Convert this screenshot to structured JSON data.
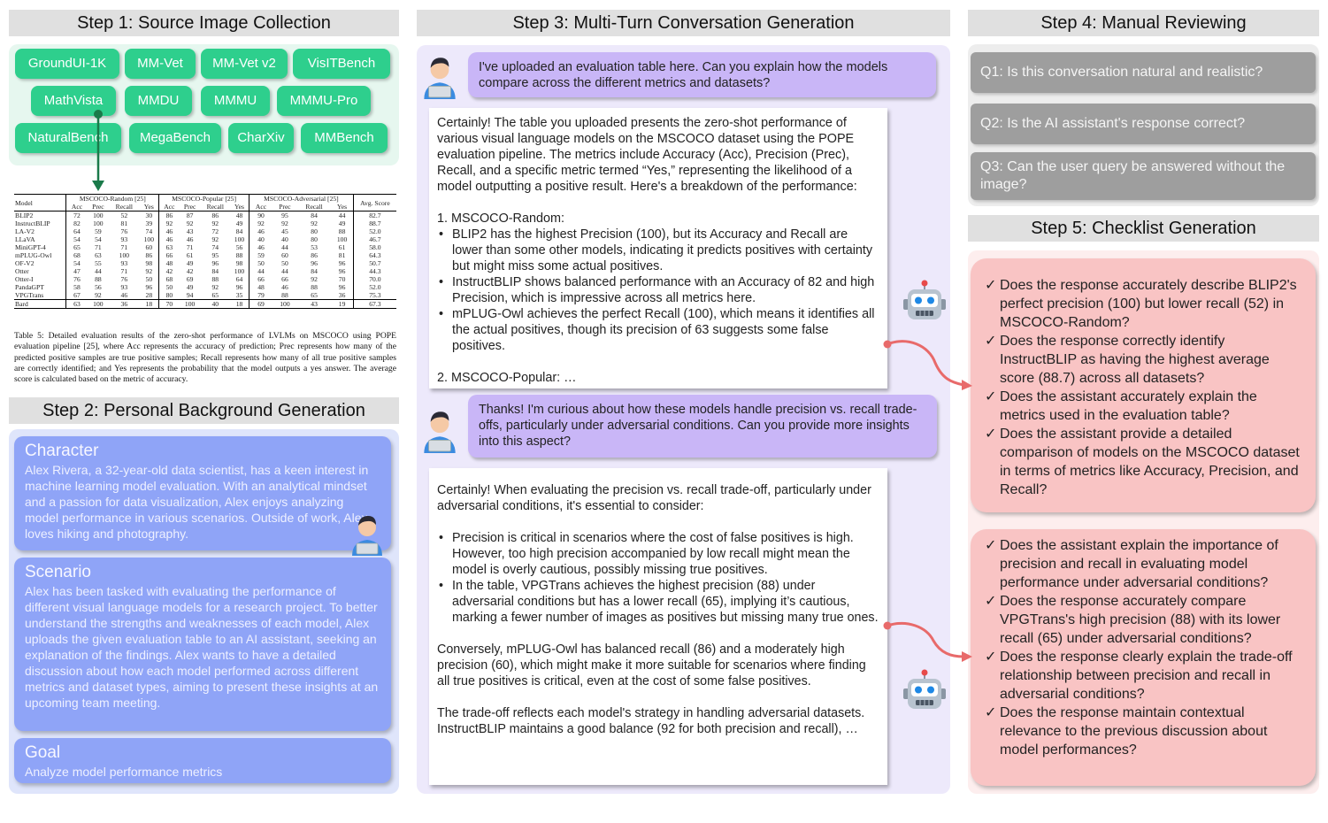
{
  "step1": {
    "title": "Step 1: Source Image Collection",
    "benchmarks": [
      "GroundUI-1K",
      "MM-Vet",
      "MM-Vet v2",
      "VisITBench",
      "MathVista",
      "MMDU",
      "MMMU",
      "MMMU-Pro",
      "NaturalBench",
      "MegaBench",
      "CharXiv",
      "MMBench"
    ]
  },
  "table": {
    "header_groups": [
      "Model",
      "MSCOCO-Random [25]",
      "MSCOCO-Popular [25]",
      "MSCOCO-Adversarial [25]",
      "Avg. Score"
    ],
    "sub_headers": [
      "Acc",
      "Prec",
      "Recall",
      "Yes",
      "Acc",
      "Prec",
      "Recall",
      "Yes",
      "Acc",
      "Prec",
      "Recall",
      "Yes"
    ],
    "rows": [
      [
        "BLIP2",
        "72",
        "100",
        "52",
        "30",
        "86",
        "87",
        "86",
        "48",
        "90",
        "95",
        "84",
        "44",
        "82.7"
      ],
      [
        "InstructBLIP",
        "82",
        "100",
        "81",
        "39",
        "92",
        "92",
        "92",
        "49",
        "92",
        "92",
        "92",
        "49",
        "88.7"
      ],
      [
        "LA-V2",
        "64",
        "59",
        "76",
        "74",
        "46",
        "43",
        "72",
        "84",
        "46",
        "45",
        "80",
        "88",
        "52.0"
      ],
      [
        "LLaVA",
        "54",
        "54",
        "93",
        "100",
        "46",
        "46",
        "92",
        "100",
        "40",
        "40",
        "80",
        "100",
        "46.7"
      ],
      [
        "MiniGPT-4",
        "65",
        "71",
        "71",
        "60",
        "63",
        "71",
        "74",
        "56",
        "46",
        "44",
        "53",
        "61",
        "58.0"
      ],
      [
        "mPLUG-Owl",
        "68",
        "63",
        "100",
        "86",
        "66",
        "61",
        "95",
        "88",
        "59",
        "60",
        "86",
        "81",
        "64.3"
      ],
      [
        "OF-V2",
        "54",
        "55",
        "93",
        "98",
        "48",
        "49",
        "96",
        "98",
        "50",
        "50",
        "96",
        "96",
        "50.7"
      ],
      [
        "Otter",
        "47",
        "44",
        "71",
        "92",
        "42",
        "42",
        "84",
        "100",
        "44",
        "44",
        "84",
        "96",
        "44.3"
      ],
      [
        "Otter-I",
        "76",
        "88",
        "76",
        "50",
        "68",
        "69",
        "88",
        "64",
        "66",
        "66",
        "92",
        "70",
        "70.0"
      ],
      [
        "PandaGPT",
        "58",
        "56",
        "93",
        "96",
        "50",
        "49",
        "92",
        "96",
        "48",
        "46",
        "88",
        "96",
        "52.0"
      ],
      [
        "VPGTrans",
        "67",
        "92",
        "46",
        "28",
        "80",
        "94",
        "65",
        "35",
        "79",
        "88",
        "65",
        "36",
        "75.3"
      ],
      [
        "Bard",
        "63",
        "100",
        "36",
        "18",
        "70",
        "100",
        "40",
        "18",
        "69",
        "100",
        "43",
        "19",
        "67.3"
      ]
    ],
    "caption": "Table 5: Detailed evaluation results of the zero-shot performance of LVLMs on MSCOCO using POPE evaluation pipeline [25], where Acc represents the accuracy of prediction; Prec represents how many of the predicted positive samples are true positive samples; Recall represents how many of all true positive samples are correctly identified; and Yes represents the probability that the model outputs a yes answer. The average score is calculated based on the metric of accuracy."
  },
  "step2": {
    "title": "Step 2: Personal Background Generation",
    "character_title": "Character",
    "character_text": "Alex Rivera, a 32-year-old data scientist, has a keen interest in machine learning model evaluation. With an analytical mindset and a passion for data visualization, Alex enjoys analyzing model performance in various scenarios. Outside of work, Alex loves hiking and photography.",
    "scenario_title": "Scenario",
    "scenario_text": "Alex has been tasked with evaluating the performance of different visual language models for a research project. To better understand the strengths and weaknesses of each model, Alex uploads the given evaluation table to an AI assistant, seeking an explanation of the findings. Alex wants to have a detailed discussion about how each model performed across different metrics and dataset types, aiming to present these insights at an upcoming team meeting.",
    "goal_title": "Goal",
    "goal_text": "Analyze model performance metrics"
  },
  "step3": {
    "title": "Step 3: Multi-Turn Conversation Generation",
    "user1": "I've uploaded an evaluation table here. Can you explain how the models compare across the different metrics and datasets?",
    "resp1_intro": "Certainly! The table you uploaded presents the zero-shot performance of various visual language models on the MSCOCO dataset using the POPE evaluation pipeline. The metrics include Accuracy (Acc), Precision (Prec), Recall, and a specific metric termed “Yes,” representing the likelihood of a model outputting a positive result. Here's a breakdown of the performance:",
    "resp1_h1": "1. MSCOCO-Random",
    "resp1_h1_suffix": ":",
    "resp1_b1_bold": "BLIP2",
    "resp1_b1_text": " has the highest Precision (100), but its Accuracy and Recall are lower than some other models, indicating it predicts positives with certainty but might miss some actual positives.",
    "resp1_b2_bold": "InstructBLIP",
    "resp1_b2_text": " shows balanced performance with an Accuracy of 82 and high Precision, which is impressive across all metrics here.",
    "resp1_b3_bold": "mPLUG-Owl",
    "resp1_b3_text": " achieves the perfect Recall (100), which means it identifies all the actual positives, though its precision of 63 suggests some false positives.",
    "resp1_h2": "2. MSCOCO-Popular",
    "resp1_h2_suffix": ": …",
    "user2": "Thanks! I'm curious about how these models handle precision vs. recall trade-offs, particularly under adversarial conditions. Can you provide more insights into this aspect?",
    "resp2_intro": "Certainly! When evaluating the precision vs. recall trade-off, particularly under adversarial conditions, it's essential to consider:",
    "resp2_b1_bold": "Precision",
    "resp2_b1_text": " is critical in scenarios where the cost of false positives is high. However, too high precision accompanied by low recall might mean the model is overly cautious, possibly missing true positives.",
    "resp2_b2_pre": "In the table, ",
    "resp2_b2_bold": "VPGTrans",
    "resp2_b2_text": " achieves the highest precision (88) under adversarial conditions but has a lower recall (65), implying it’s cautious, marking a fewer number of images as positives but missing many true ones.",
    "resp2_p2_pre": "Conversely, ",
    "resp2_p2_bold": "mPLUG-Owl",
    "resp2_p2_text": " has balanced recall (86) and a moderately high precision (60), which might make it more suitable for scenarios where finding all true positives is critical, even at the cost of some false positives.",
    "resp2_p3_pre": "The trade-off reflects each model's strategy in handling adversarial datasets. ",
    "resp2_p3_bold": "InstructBLIP",
    "resp2_p3_text": " maintains a good balance (92 for both precision and recall), …"
  },
  "step4": {
    "title": "Step 4: Manual Reviewing",
    "questions": [
      "Q1: Is this conversation natural and realistic?",
      "Q2: Is the AI assistant's response correct?",
      "Q3: Can the user query be answered without the image?"
    ]
  },
  "step5": {
    "title": "Step 5: Checklist Generation",
    "checklist1": [
      "Does the response accurately describe BLIP2's perfect precision (100) but lower recall (52) in MSCOCO-Random?",
      "Does the response correctly identify InstructBLIP as having the highest average score (88.7) across all datasets?",
      "Does the assistant accurately explain the metrics used in the evaluation table?",
      "Does the assistant provide a detailed comparison of models on the MSCOCO dataset in terms of metrics like Accuracy, Precision, and Recall?"
    ],
    "checklist2": [
      "Does the assistant explain the importance of precision and recall in evaluating model performance under adversarial conditions?",
      "Does the response accurately compare VPGTrans's high precision (88) with its lower recall (65) under adversarial conditions?",
      "Does the response clearly explain the trade-off relationship between precision and recall in adversarial conditions?",
      "Does the response maintain contextual relevance to the previous discussion about model performances?"
    ]
  },
  "colors": {
    "chip": "#2ecf8d",
    "step1_panel": "#e6f7ef",
    "step2_panel": "#dfe5fb",
    "persona_box": "#8fa4f7",
    "step3_panel": "#ede9fb",
    "user_bubble": "#c9b6f7",
    "question": "#9e9e9e",
    "checklist": "#f9c4c4",
    "step5_panel": "#fdeeee",
    "arrow": "#e86a6a",
    "connector": "#1a7a4a"
  },
  "icons": [
    "user-avatar-icon",
    "robot-icon",
    "pointer-arrow"
  ]
}
